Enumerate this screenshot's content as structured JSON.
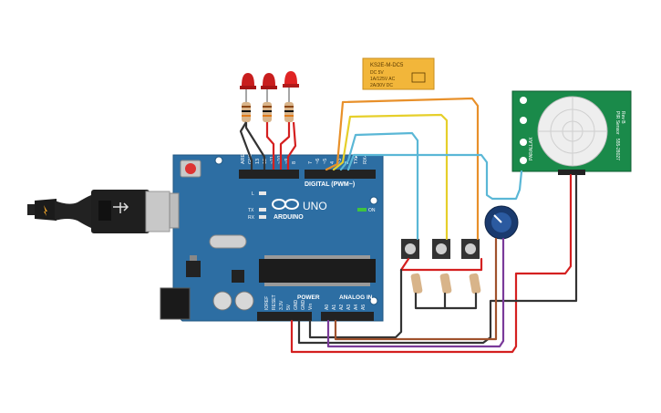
{
  "board": {
    "brand_text": "ARDUINO",
    "model_text": "UNO",
    "digital_header": "DIGITAL (PWM~)",
    "power_header": "POWER",
    "analog_header": "ANALOG IN",
    "on_label": "ON",
    "l_label": "L",
    "tx_label": "TX",
    "rx_label": "RX",
    "digital_pins": [
      "AREF",
      "GND",
      "13",
      "12",
      "~11",
      "~10",
      "~9",
      "8",
      "7",
      "~6",
      "~5",
      "4",
      "~3",
      "2",
      "TX▸1",
      "RX◂0"
    ],
    "power_pins": [
      "IOREF",
      "RESET",
      "3.3V",
      "5V",
      "GND",
      "GND",
      "Vin"
    ],
    "analog_pins": [
      "A0",
      "A1",
      "A2",
      "A3",
      "A4",
      "A5"
    ]
  },
  "relay": {
    "model": "KS2E-M-DC5",
    "line1": "DC 5V",
    "line2": "1A/125V AC",
    "line3": "2A/30V DC"
  },
  "pir": {
    "label_left": "PARALLAX",
    "label_right_top": "PIR Sensor",
    "label_right_mid": "Rev B",
    "label_right_bottom": "555-28027"
  },
  "colors": {
    "board": "#2d6ea3",
    "board_dark": "#1f5580",
    "wire_red": "#d42020",
    "wire_black": "#333333",
    "wire_orange": "#e8902a",
    "wire_yellow": "#e6cf2a",
    "wire_blue": "#5ab7d6",
    "wire_purple": "#7a3a9a",
    "wire_brown": "#a0522d",
    "pir_board": "#1a8a4a",
    "relay": "#f2b63a",
    "led": "#c81e1e"
  }
}
